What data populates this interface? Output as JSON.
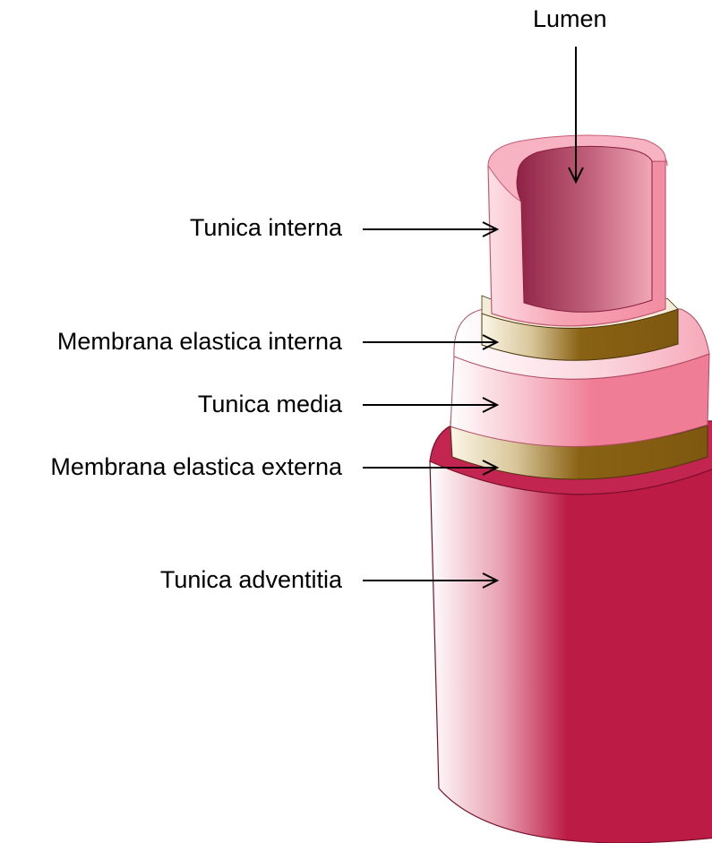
{
  "labels": {
    "lumen": "Lumen",
    "tunica_interna": "Tunica interna",
    "membrana_elastica_interna": "Membrana elastica interna",
    "tunica_media": "Tunica media",
    "membrana_elastica_externa": "Membrana elastica externa",
    "tunica_adventitia": "Tunica adventitia"
  },
  "colors": {
    "adventitia": "#bb1b44",
    "media": "#ef7d95",
    "interna": "#f7a4b4",
    "lumen_inner": "#a83a5c",
    "elastic": "#8a6214",
    "highlight": "#ffffff",
    "arrow": "#000000"
  }
}
